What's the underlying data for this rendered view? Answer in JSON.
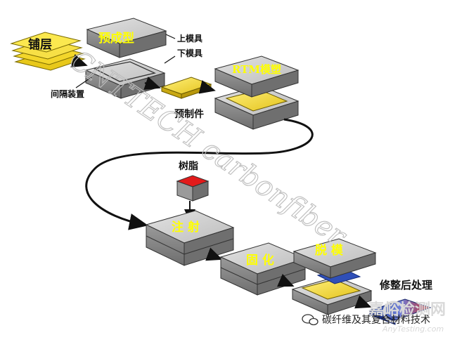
{
  "labels": {
    "layup": "铺层",
    "preform": "预成型",
    "upper_mold": "上模具",
    "lower_mold": "下模具",
    "spacer": "间隔装置",
    "preform_part": "预制件",
    "rtm_molding": "RTM模塑",
    "resin": "树脂",
    "injection": "注 射",
    "curing": "固 化",
    "demolding": "脱 模",
    "post_processing": "修整后处理"
  },
  "watermark": {
    "text": "CNTTECH carbonfiber",
    "wechat_name": "碳纤维及其复合材料技术",
    "site_text": "嘉峪检测网",
    "site_sub": "AnyTesting.com"
  },
  "colors": {
    "mold_top": "#d2d2d2",
    "mold_side": "#8a8a8a",
    "mold_shadow": "#5e5e5e",
    "fiber_yellow": "#f5dc3a",
    "resin_red": "#e21a1a",
    "curve": "#111111"
  }
}
